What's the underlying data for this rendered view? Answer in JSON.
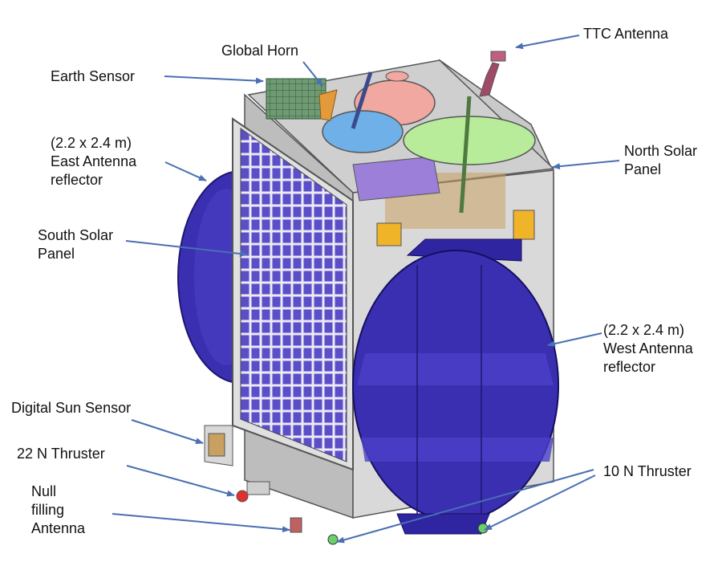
{
  "labels": {
    "ttc_antenna": "TTC Antenna",
    "global_horn": "Global Horn",
    "earth_sensor": "Earth Sensor",
    "east_size": "(2.2 x 2.4 m)",
    "east_line1": "East Antenna",
    "east_line2": "reflector",
    "north_line1": "North Solar",
    "north_line2": "Panel",
    "south_line1": "South Solar",
    "south_line2": "Panel",
    "west_size": "(2.2 x 2.4 m)",
    "west_line1": "West Antenna",
    "west_line2": "reflector",
    "digital_sun_sensor": "Digital Sun Sensor",
    "thruster_22n": "22 N Thruster",
    "null_line1": "Null",
    "null_line2": "filling",
    "null_line3": "Antenna",
    "thruster_10n": "10 N Thruster"
  },
  "colors": {
    "arrow": "#4a6fb3",
    "body_panel": "#d9d9d9",
    "solar_cell": "#5a4fc8",
    "reflector": "#3a2fb0",
    "sensor_green": "#6f9a73",
    "horn_orange": "#e39a3a",
    "dish_red": "#f0a8a0",
    "dish_blue": "#6fb0e8",
    "dish_green": "#b8ec9a"
  }
}
